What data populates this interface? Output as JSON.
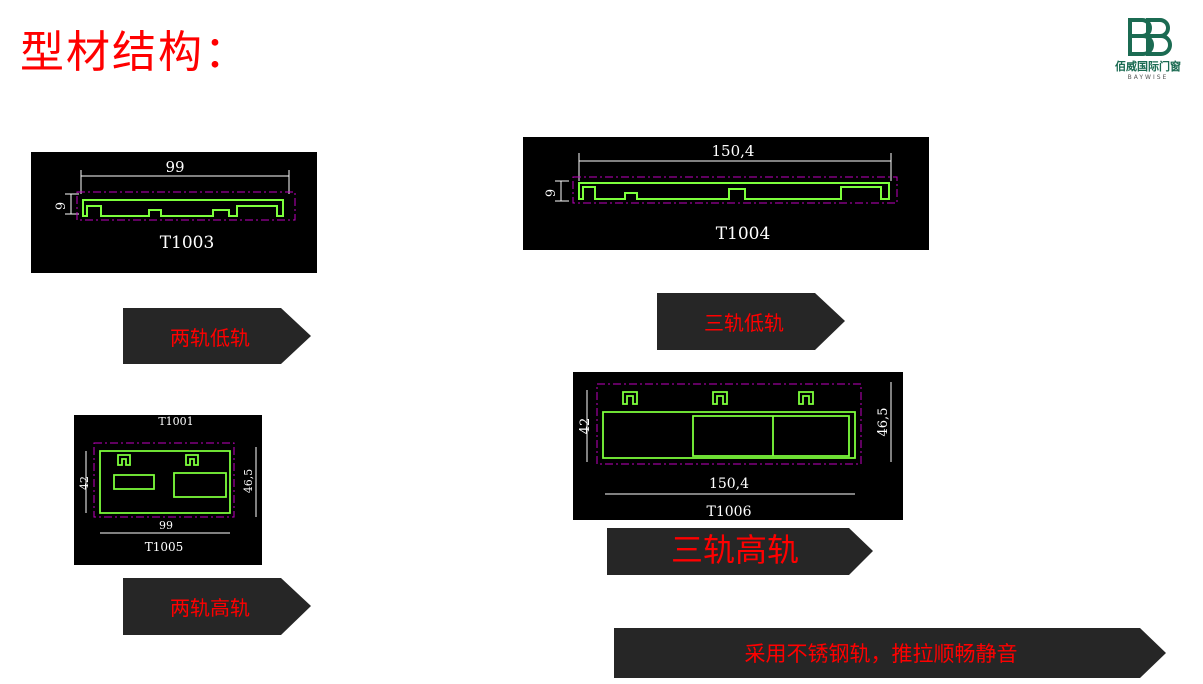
{
  "page": {
    "title": "型材结构："
  },
  "logo": {
    "name_cn": "佰威国际门窗",
    "name_en": "BAYWISE"
  },
  "profiles": [
    {
      "code": "T1003",
      "width_dim": "99",
      "height_dim": "9",
      "label": "两轨低轨"
    },
    {
      "code": "T1004",
      "width_dim": "150,4",
      "height_dim": "9",
      "label": "三轨低轨"
    },
    {
      "code": "T1005",
      "top_code": "T1001",
      "width_dim": "99",
      "left_dim": "42",
      "right_dim": "46,5",
      "label": "两轨高轨"
    },
    {
      "code": "T1006",
      "width_dim": "150,4",
      "left_dim": "42",
      "right_dim": "46,5",
      "label": "三轨高轨"
    }
  ],
  "footer_banner": "采用不锈钢轨，推拉顺畅静音",
  "colors": {
    "title": "#ff0000",
    "label": "#ff0000",
    "banner": "#262626",
    "cad_profile": "#7dff3c",
    "cad_outline": "#c000c0"
  }
}
